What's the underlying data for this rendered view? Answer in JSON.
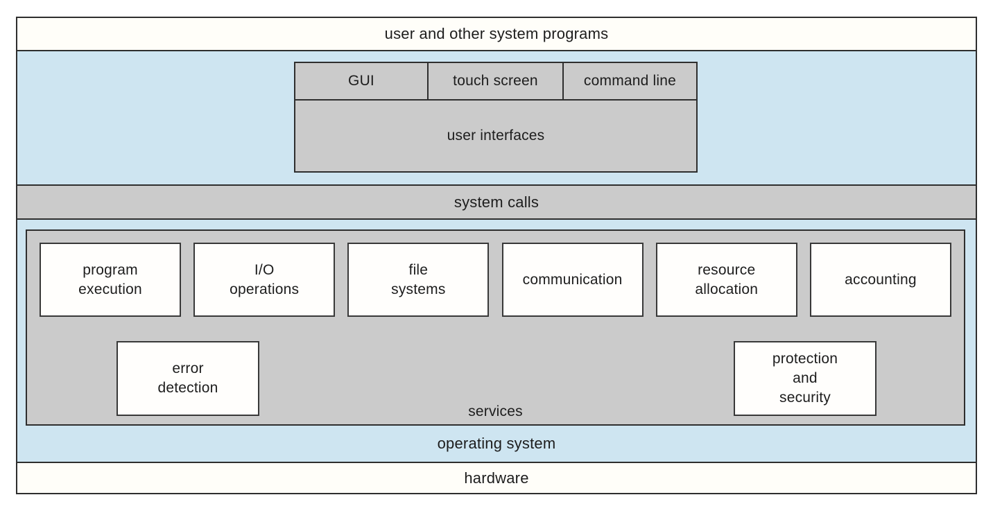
{
  "diagram": {
    "top_band_label": "user and other system programs",
    "user_interfaces": {
      "cells": [
        "GUI",
        "touch screen",
        "command line"
      ],
      "label": "user interfaces"
    },
    "system_calls_label": "system calls",
    "services": {
      "row1": [
        "program\nexecution",
        "I/O\noperations",
        "file\nsystems",
        "communication",
        "resource\nallocation",
        "accounting"
      ],
      "row2": [
        "error\ndetection",
        "protection\nand\nsecurity"
      ],
      "label": "services"
    },
    "operating_system_label": "operating system",
    "hardware_label": "hardware"
  },
  "colors": {
    "band_blue": "#cee5f1",
    "band_gray": "#cbcbcb",
    "band_white": "#fffef9",
    "border": "#2e2e2e",
    "text": "#1d1d1d"
  }
}
